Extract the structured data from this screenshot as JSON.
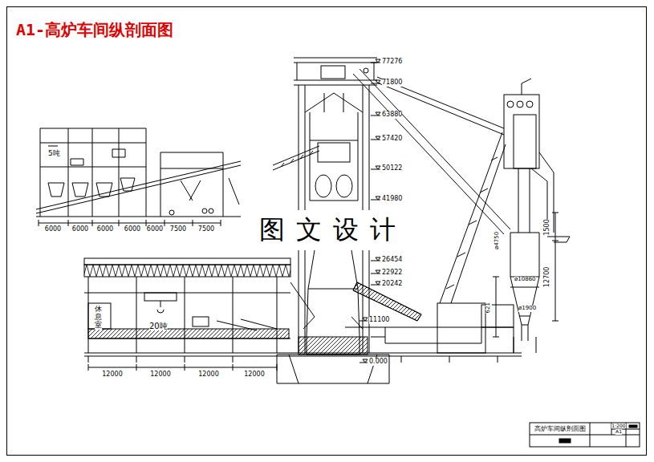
{
  "diagram": {
    "title": "A1-高炉车间纵剖面图",
    "nodes": [
      {
        "text": [
          "高炉车间纵剖面图"
        ]
      }
    ],
    "labels": [
      "77276",
      "71800",
      "63880",
      "57420",
      "50122",
      "41980",
      "26454",
      "22922",
      "20242",
      "11100",
      "0.000",
      "5吨",
      "20吨",
      "休息室",
      "6000",
      "6000",
      "6000",
      "6000",
      "6000",
      "7500",
      "7500",
      "12000",
      "12000",
      "12000",
      "12000",
      "1500",
      "12700",
      "ø10860",
      "ø1900",
      "621",
      "ø4750",
      "图文设计",
      "1:200",
      "A1"
    ]
  }
}
